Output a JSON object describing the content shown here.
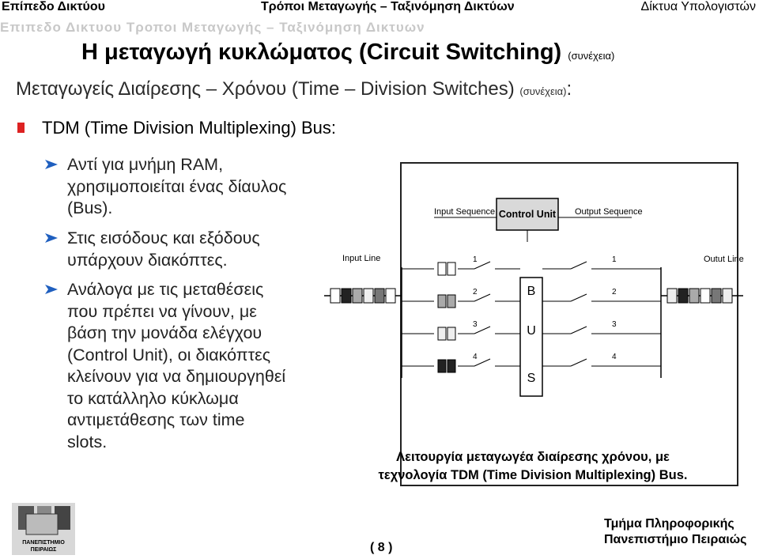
{
  "header": {
    "left": "Επίπεδο Δικτύου",
    "center": "Τρόποι Μεταγωγής – Ταξινόμηση Δικτύων",
    "right": "Δίκτυα Υπολογιστών",
    "ghost": "Επιπεδο Δικτυου                                    Τροποι Μεταγωγής – Ταξινόμηση Δικτυων"
  },
  "title": {
    "main": "Η μεταγωγή κυκλώματος (Circuit Switching)",
    "suffix": "(συνέχεια)"
  },
  "subtitle": {
    "main": "Μεταγωγείς Διαίρεσης – Χρόνου (Time – Division Switches)",
    "suffix": "(συνέχεια)",
    "colon": ":"
  },
  "bullet": "TDM (Time Division Multiplexing) Bus:",
  "items": [
    {
      "lines": [
        "Αντί για μνήμη RAM,",
        "χρησιμοποιείται ένας δίαυλος",
        "(Bus)."
      ]
    },
    {
      "lines": [
        "Στις εισόδους και εξόδους",
        "υπάρχουν διακόπτες."
      ]
    },
    {
      "lines": [
        "Ανάλογα με τις μεταθέσεις",
        "που πρέπει να γίνουν, με",
        "βάση την μονάδα ελέγχου",
        "(Control Unit), οι διακόπτες",
        "κλείνουν για να δημιουργηθεί",
        "το κατάλληλο κύκλωμα",
        "αντιμετάθεσης των time",
        "slots."
      ]
    }
  ],
  "figure": {
    "input_sequence": "Input Sequence",
    "control_unit": "Control Unit",
    "output_sequence": "Output Sequence",
    "input_line": "Input Line",
    "output_line": "Outut Line",
    "bus_letters": [
      "B",
      "U",
      "S"
    ],
    "lane_numbers": [
      "1",
      "2",
      "3",
      "4"
    ]
  },
  "caption": [
    "Λειτουργία μεταγωγέα διαίρεσης χρόνου, με",
    "τεχνολογία TDM (Time Division Multiplexing) Bus."
  ],
  "footer": {
    "logo_text": "ΠΑΝΕΠΙΣΤΗΜΙΟ ΠΕΙΡΑΙΩΣ",
    "page": "( 8 )",
    "dept": "Τμήμα Πληροφορικής",
    "univ": "Πανεπιστήμιο Πειραιώς"
  },
  "colors": {
    "bullet_square": "#dd2222",
    "arrow": "#1f5fbf"
  }
}
